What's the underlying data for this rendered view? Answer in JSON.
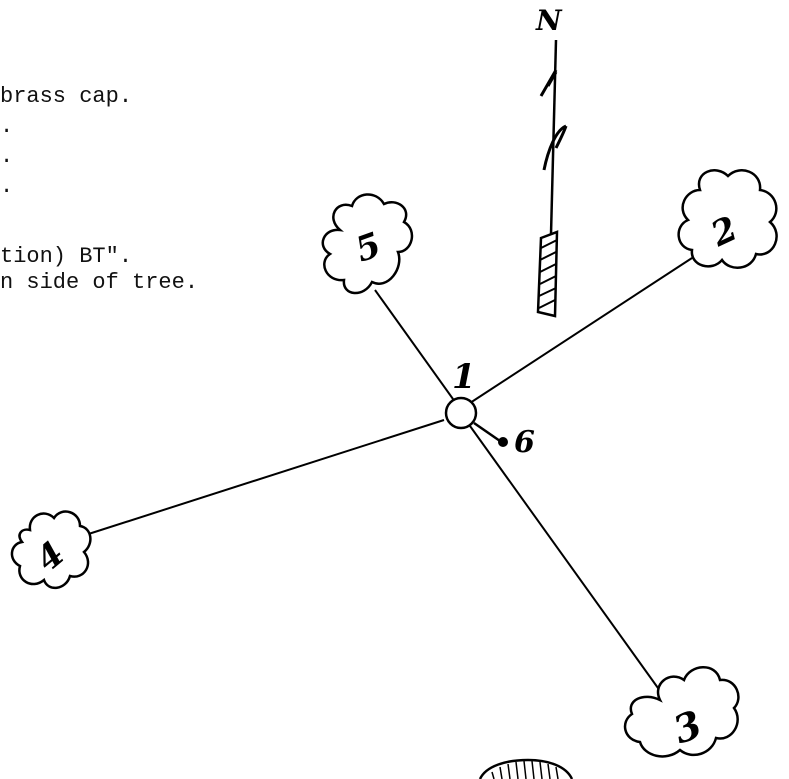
{
  "notes": {
    "lines": [
      "brass cap.",
      ".",
      ".",
      ".",
      "tion) BT\".",
      "n side of tree."
    ]
  },
  "north_arrow": {
    "label": "N"
  },
  "points": {
    "center": "1",
    "tree_2": "2",
    "tree_3": "3",
    "tree_4": "4",
    "tree_5": "5",
    "marker_6": "6"
  },
  "colors": {
    "ink": "#000000",
    "paper": "#ffffff"
  }
}
